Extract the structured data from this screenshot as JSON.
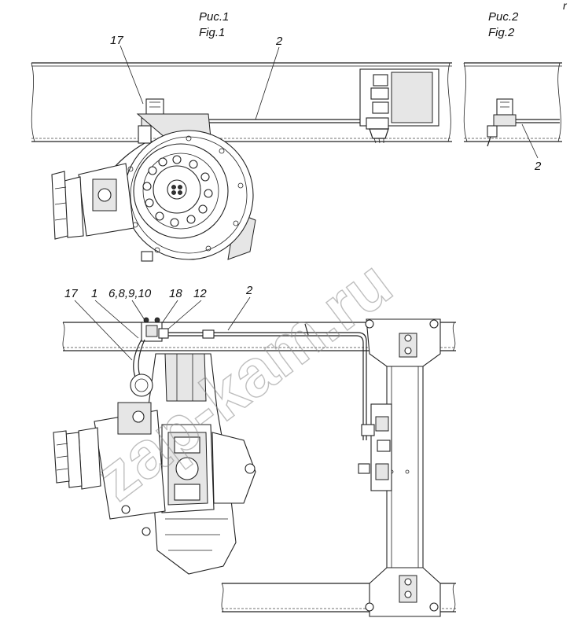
{
  "figure1": {
    "caption_ru": "Рис.1",
    "caption_en": "Fig.1"
  },
  "figure2": {
    "caption_ru": "Рис.2",
    "caption_en": "Fig.2"
  },
  "callouts": {
    "fig1_17": "17",
    "fig1_2": "2",
    "fig2_2": "2",
    "bottom_17": "17",
    "bottom_1": "1",
    "bottom_group": "6,8,9,10",
    "bottom_18": "18",
    "bottom_12": "12",
    "bottom_2": "2"
  },
  "corner_mark": "r",
  "watermark": "zap-kam.ru"
}
